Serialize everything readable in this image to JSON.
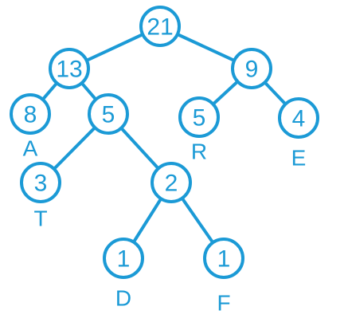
{
  "tree": {
    "color": "#1b9ad6",
    "nodes": [
      {
        "id": "root",
        "value": "21"
      },
      {
        "id": "n13",
        "value": "13"
      },
      {
        "id": "n9",
        "value": "9"
      },
      {
        "id": "n8",
        "value": "8",
        "label": "A"
      },
      {
        "id": "n5a",
        "value": "5"
      },
      {
        "id": "n5r",
        "value": "5",
        "label": "R"
      },
      {
        "id": "n4",
        "value": "4",
        "label": "E"
      },
      {
        "id": "n3",
        "value": "3",
        "label": "T"
      },
      {
        "id": "n2",
        "value": "2"
      },
      {
        "id": "n1d",
        "value": "1",
        "label": "D"
      },
      {
        "id": "n1f",
        "value": "1",
        "label": "F"
      }
    ],
    "edges": [
      [
        "root",
        "n13"
      ],
      [
        "root",
        "n9"
      ],
      [
        "n13",
        "n8"
      ],
      [
        "n13",
        "n5a"
      ],
      [
        "n9",
        "n5r"
      ],
      [
        "n9",
        "n4"
      ],
      [
        "n5a",
        "n3"
      ],
      [
        "n5a",
        "n2"
      ],
      [
        "n2",
        "n1d"
      ],
      [
        "n2",
        "n1f"
      ]
    ]
  }
}
